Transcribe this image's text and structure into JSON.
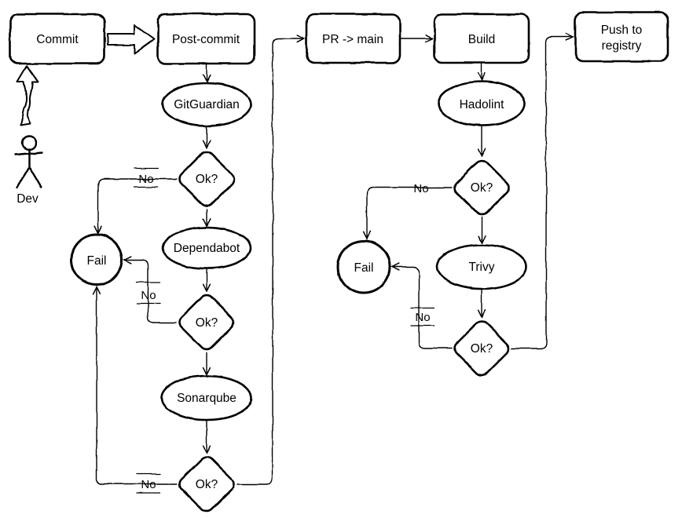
{
  "diagram": {
    "type": "flowchart",
    "style": "hand-drawn-sketch",
    "colors": {
      "stroke": "#000000",
      "fill": "#ffffff",
      "background": "#ffffff",
      "text": "#000000"
    },
    "actor": {
      "label": "Dev"
    },
    "nodes": {
      "commit": {
        "label": "Commit",
        "shape": "rounded-rect"
      },
      "post_commit": {
        "label": "Post-commit",
        "shape": "rounded-rect"
      },
      "pr_main": {
        "label": "PR -> main",
        "shape": "rounded-rect"
      },
      "build": {
        "label": "Build",
        "shape": "rounded-rect"
      },
      "push_registry": {
        "lines": [
          "Push to",
          "registry"
        ],
        "shape": "rounded-rect"
      },
      "gitguardian": {
        "label": "GitGuardian",
        "shape": "ellipse"
      },
      "ok_gitguardian": {
        "label": "Ok?",
        "shape": "diamond"
      },
      "dependabot": {
        "label": "Dependabot",
        "shape": "ellipse"
      },
      "ok_dependabot": {
        "label": "Ok?",
        "shape": "diamond"
      },
      "sonarqube": {
        "label": "Sonarqube",
        "shape": "ellipse"
      },
      "ok_sonarqube": {
        "label": "Ok?",
        "shape": "diamond"
      },
      "hadolint": {
        "label": "Hadolint",
        "shape": "ellipse"
      },
      "ok_hadolint": {
        "label": "Ok?",
        "shape": "diamond"
      },
      "trivy": {
        "label": "Trivy",
        "shape": "ellipse"
      },
      "ok_trivy": {
        "label": "Ok?",
        "shape": "diamond"
      },
      "fail_left": {
        "label": "Fail",
        "shape": "circle"
      },
      "fail_right": {
        "label": "Fail",
        "shape": "circle"
      }
    },
    "edge_labels": {
      "gitguardian_no": "No",
      "dependabot_no": "No",
      "sonarqube_no": "No",
      "hadolint_no": "No",
      "trivy_no": "No"
    }
  }
}
